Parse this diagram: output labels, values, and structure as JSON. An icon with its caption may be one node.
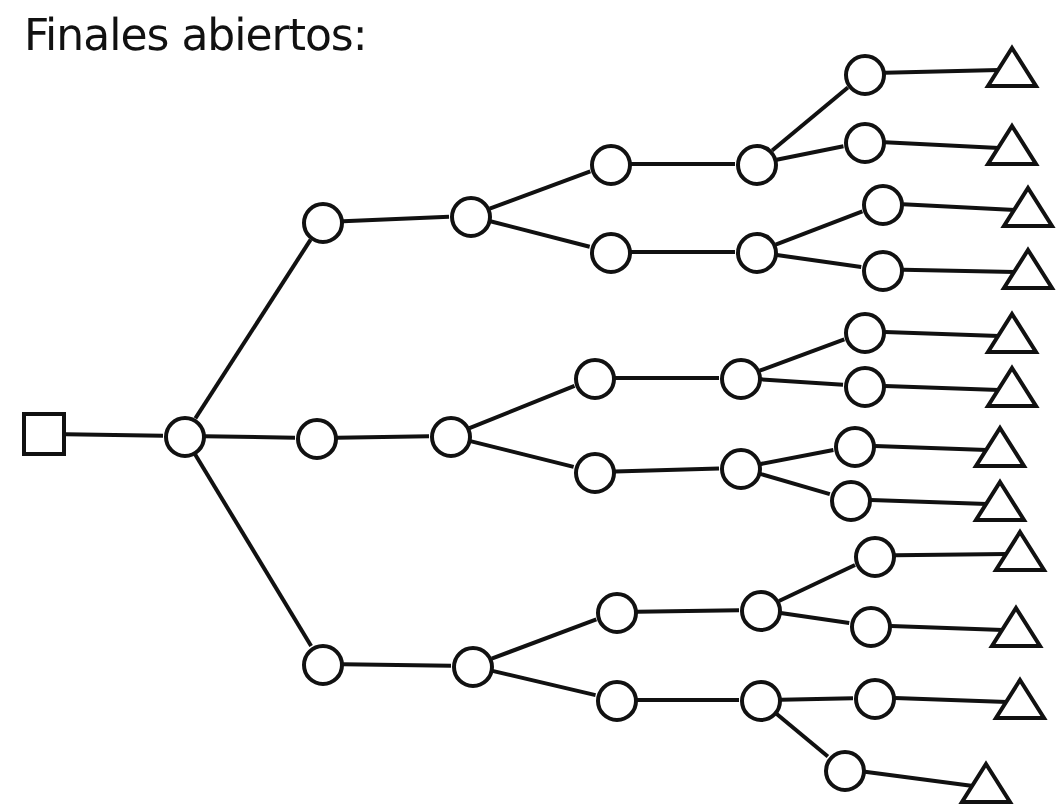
{
  "diagram": {
    "title": "Finales abiertos:",
    "nodes": [
      {
        "text": [],
        "shape": "box"
      },
      {
        "text": [],
        "shape": "circle"
      },
      {
        "text": [],
        "shape": "circle"
      },
      {
        "text": [],
        "shape": "circle"
      },
      {
        "text": [],
        "shape": "circle"
      },
      {
        "text": [],
        "shape": "circle"
      },
      {
        "text": [],
        "shape": "circle"
      },
      {
        "text": [],
        "shape": "circle"
      },
      {
        "text": [],
        "shape": "circle"
      },
      {
        "text": [],
        "shape": "circle"
      },
      {
        "text": [],
        "shape": "circle"
      },
      {
        "text": [],
        "shape": "circle"
      },
      {
        "text": [],
        "shape": "circle"
      },
      {
        "text": [],
        "shape": "circle"
      },
      {
        "text": [],
        "shape": "circle"
      },
      {
        "text": [],
        "shape": "circle"
      },
      {
        "text": [],
        "shape": "circle"
      },
      {
        "text": [],
        "shape": "circle"
      },
      {
        "text": [],
        "shape": "circle"
      },
      {
        "text": [],
        "shape": "circle"
      },
      {
        "text": [],
        "shape": "circle"
      },
      {
        "text": [],
        "shape": "circle"
      },
      {
        "text": [],
        "shape": "circle"
      },
      {
        "text": [],
        "shape": "circle"
      },
      {
        "text": [],
        "shape": "circle"
      },
      {
        "text": [],
        "shape": "circle"
      },
      {
        "text": [],
        "shape": "circle"
      },
      {
        "text": [],
        "shape": "circle"
      },
      {
        "text": [],
        "shape": "circle"
      },
      {
        "text": [],
        "shape": "circle"
      },
      {
        "text": [],
        "shape": "circle"
      },
      {
        "text": [],
        "shape": "circle"
      },
      {
        "text": [],
        "shape": "triangle"
      },
      {
        "text": [],
        "shape": "triangle"
      },
      {
        "text": [],
        "shape": "triangle"
      },
      {
        "text": [],
        "shape": "triangle"
      },
      {
        "text": [],
        "shape": "triangle"
      },
      {
        "text": [],
        "shape": "triangle"
      },
      {
        "text": [],
        "shape": "triangle"
      },
      {
        "text": [],
        "shape": "triangle"
      },
      {
        "text": [],
        "shape": "triangle"
      },
      {
        "text": [],
        "shape": "triangle"
      },
      {
        "text": [],
        "shape": "triangle"
      },
      {
        "text": [],
        "shape": "triangle"
      }
    ],
    "edges": [
      {
        "from": 0,
        "to": 1,
        "arrow": "none"
      },
      {
        "from": 1,
        "to": 2,
        "arrow": "none"
      },
      {
        "from": 1,
        "to": 3,
        "arrow": "none"
      },
      {
        "from": 1,
        "to": 4,
        "arrow": "none"
      },
      {
        "from": 2,
        "to": 5,
        "arrow": "none"
      },
      {
        "from": 3,
        "to": 6,
        "arrow": "none"
      },
      {
        "from": 4,
        "to": 7,
        "arrow": "none"
      },
      {
        "from": 5,
        "to": 8,
        "arrow": "none"
      },
      {
        "from": 5,
        "to": 9,
        "arrow": "none"
      },
      {
        "from": 6,
        "to": 10,
        "arrow": "none"
      },
      {
        "from": 6,
        "to": 11,
        "arrow": "none"
      },
      {
        "from": 7,
        "to": 12,
        "arrow": "none"
      },
      {
        "from": 7,
        "to": 13,
        "arrow": "none"
      },
      {
        "from": 8,
        "to": 14,
        "arrow": "none"
      },
      {
        "from": 9,
        "to": 15,
        "arrow": "none"
      },
      {
        "from": 10,
        "to": 16,
        "arrow": "none"
      },
      {
        "from": 11,
        "to": 17,
        "arrow": "none"
      },
      {
        "from": 12,
        "to": 18,
        "arrow": "none"
      },
      {
        "from": 13,
        "to": 19,
        "arrow": "none"
      },
      {
        "from": 14,
        "to": 20,
        "arrow": "none"
      },
      {
        "from": 14,
        "to": 21,
        "arrow": "none"
      },
      {
        "from": 15,
        "to": 22,
        "arrow": "none"
      },
      {
        "from": 15,
        "to": 23,
        "arrow": "none"
      },
      {
        "from": 16,
        "to": 24,
        "arrow": "none"
      },
      {
        "from": 16,
        "to": 25,
        "arrow": "none"
      },
      {
        "from": 17,
        "to": 26,
        "arrow": "none"
      },
      {
        "from": 17,
        "to": 27,
        "arrow": "none"
      },
      {
        "from": 18,
        "to": 28,
        "arrow": "none"
      },
      {
        "from": 18,
        "to": 29,
        "arrow": "none"
      },
      {
        "from": 19,
        "to": 30,
        "arrow": "none"
      },
      {
        "from": 19,
        "to": 31,
        "arrow": "none"
      },
      {
        "from": 20,
        "to": 32,
        "arrow": "none"
      },
      {
        "from": 21,
        "to": 33,
        "arrow": "none"
      },
      {
        "from": 22,
        "to": 34,
        "arrow": "none"
      },
      {
        "from": 23,
        "to": 35,
        "arrow": "none"
      },
      {
        "from": 24,
        "to": 36,
        "arrow": "none"
      },
      {
        "from": 25,
        "to": 37,
        "arrow": "none"
      },
      {
        "from": 26,
        "to": 38,
        "arrow": "none"
      },
      {
        "from": 27,
        "to": 39,
        "arrow": "none"
      },
      {
        "from": 28,
        "to": 40,
        "arrow": "none"
      },
      {
        "from": 29,
        "to": 41,
        "arrow": "none"
      },
      {
        "from": 30,
        "to": 42,
        "arrow": "none"
      },
      {
        "from": 31,
        "to": 43,
        "arrow": "none"
      }
    ]
  }
}
